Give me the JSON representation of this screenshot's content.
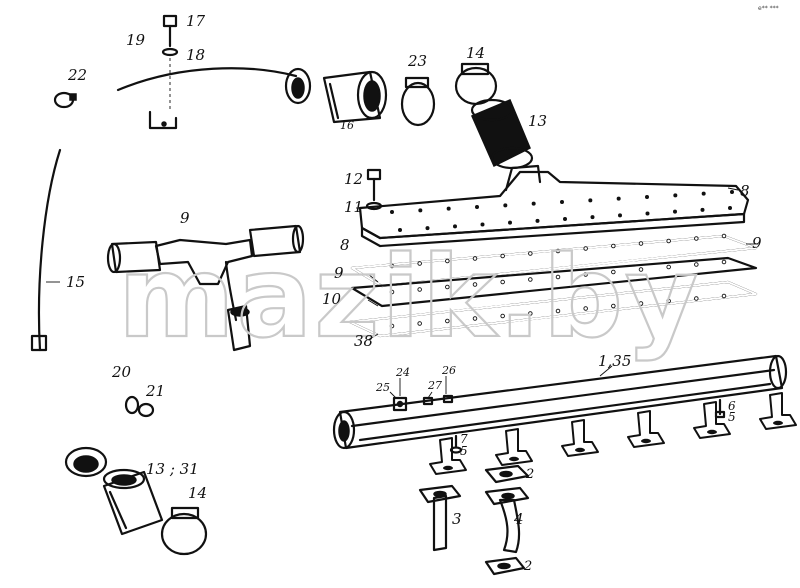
{
  "corner_mark": "e** ***",
  "watermark": "mazik.by",
  "callouts": [
    {
      "id": "c17",
      "text": "17"
    },
    {
      "id": "c18",
      "text": "18"
    },
    {
      "id": "c19",
      "text": "19"
    },
    {
      "id": "c22",
      "text": "22"
    },
    {
      "id": "c16",
      "text": "16"
    },
    {
      "id": "c23",
      "text": "23"
    },
    {
      "id": "c14a",
      "text": "14"
    },
    {
      "id": "c13",
      "text": "13"
    },
    {
      "id": "c12",
      "text": "12"
    },
    {
      "id": "c11",
      "text": "11"
    },
    {
      "id": "c8a",
      "text": "8"
    },
    {
      "id": "c8b",
      "text": "8"
    },
    {
      "id": "c9a",
      "text": "9"
    },
    {
      "id": "c9b",
      "text": "9"
    },
    {
      "id": "c9c",
      "text": "9"
    },
    {
      "id": "c10",
      "text": "10"
    },
    {
      "id": "c38",
      "text": "38"
    },
    {
      "id": "c15",
      "text": "15"
    },
    {
      "id": "c20",
      "text": "20"
    },
    {
      "id": "c21",
      "text": "21"
    },
    {
      "id": "c1_35",
      "text": "1,35"
    },
    {
      "id": "c24",
      "text": "24"
    },
    {
      "id": "c25",
      "text": "25"
    },
    {
      "id": "c26",
      "text": "26"
    },
    {
      "id": "c27",
      "text": "27"
    },
    {
      "id": "c6",
      "text": "6"
    },
    {
      "id": "c5a",
      "text": "5"
    },
    {
      "id": "c7",
      "text": "7"
    },
    {
      "id": "c5b",
      "text": "5"
    },
    {
      "id": "c2a",
      "text": "2"
    },
    {
      "id": "c3",
      "text": "3"
    },
    {
      "id": "c4",
      "text": "4"
    },
    {
      "id": "c2b",
      "text": "2"
    },
    {
      "id": "c13_31",
      "text": "13 ; 31"
    },
    {
      "id": "c14b",
      "text": "14"
    }
  ]
}
